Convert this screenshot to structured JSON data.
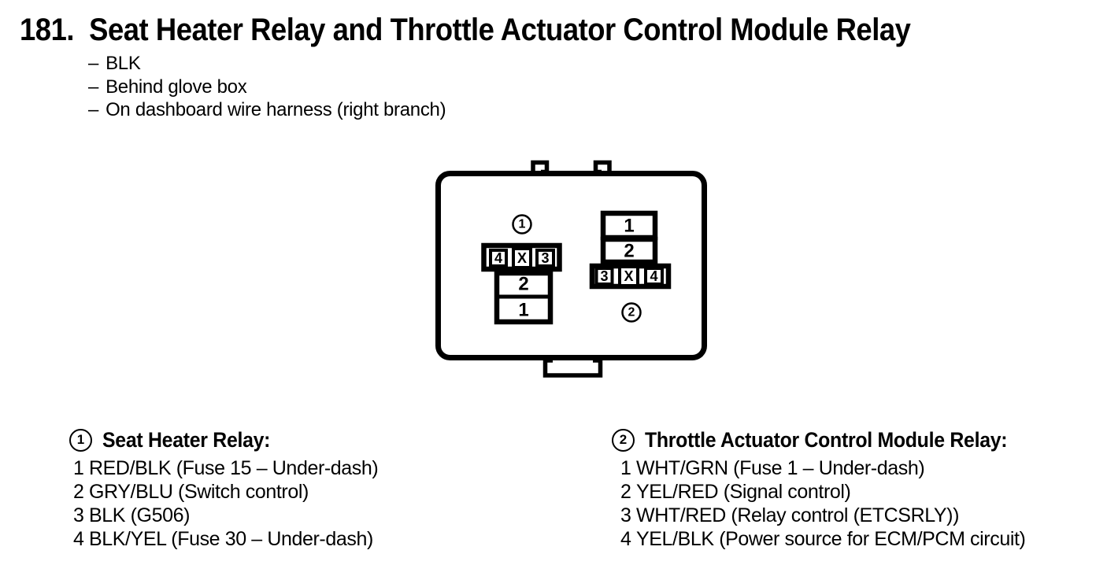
{
  "page": {
    "section_number": "181.",
    "title": "Seat Heater Relay and Throttle Actuator Control Module Relay"
  },
  "notes": {
    "bullet_char": "–",
    "items": [
      "BLK",
      "Behind glove box",
      "On dashboard wire harness (right branch)"
    ]
  },
  "diagram": {
    "connector1": {
      "label": "1",
      "row_cells": [
        "4",
        "X",
        "3"
      ],
      "stack_cells": [
        "2",
        "1"
      ]
    },
    "connector2": {
      "label": "2",
      "stack_cells": [
        "1",
        "2"
      ],
      "row_cells": [
        "3",
        "X",
        "4"
      ]
    }
  },
  "legend1": {
    "ref": "1",
    "heading": "Seat Heater Relay:",
    "pins": [
      {
        "num": "1",
        "desc": "RED/BLK (Fuse 15 – Under-dash)"
      },
      {
        "num": "2",
        "desc": "GRY/BLU (Switch control)"
      },
      {
        "num": "3",
        "desc": "BLK (G506)"
      },
      {
        "num": "4",
        "desc": "BLK/YEL (Fuse 30 – Under-dash)"
      }
    ]
  },
  "legend2": {
    "ref": "2",
    "heading": "Throttle Actuator Control Module Relay:",
    "pins": [
      {
        "num": "1",
        "desc": "WHT/GRN (Fuse 1 – Under-dash)"
      },
      {
        "num": "2",
        "desc": "YEL/RED (Signal control)"
      },
      {
        "num": "3",
        "desc": "WHT/RED (Relay control (ETCSRLY))"
      },
      {
        "num": "4",
        "desc": "YEL/BLK (Power source for ECM/PCM circuit)"
      }
    ]
  },
  "colors": {
    "ink": "#000000",
    "paper": "#ffffff"
  }
}
